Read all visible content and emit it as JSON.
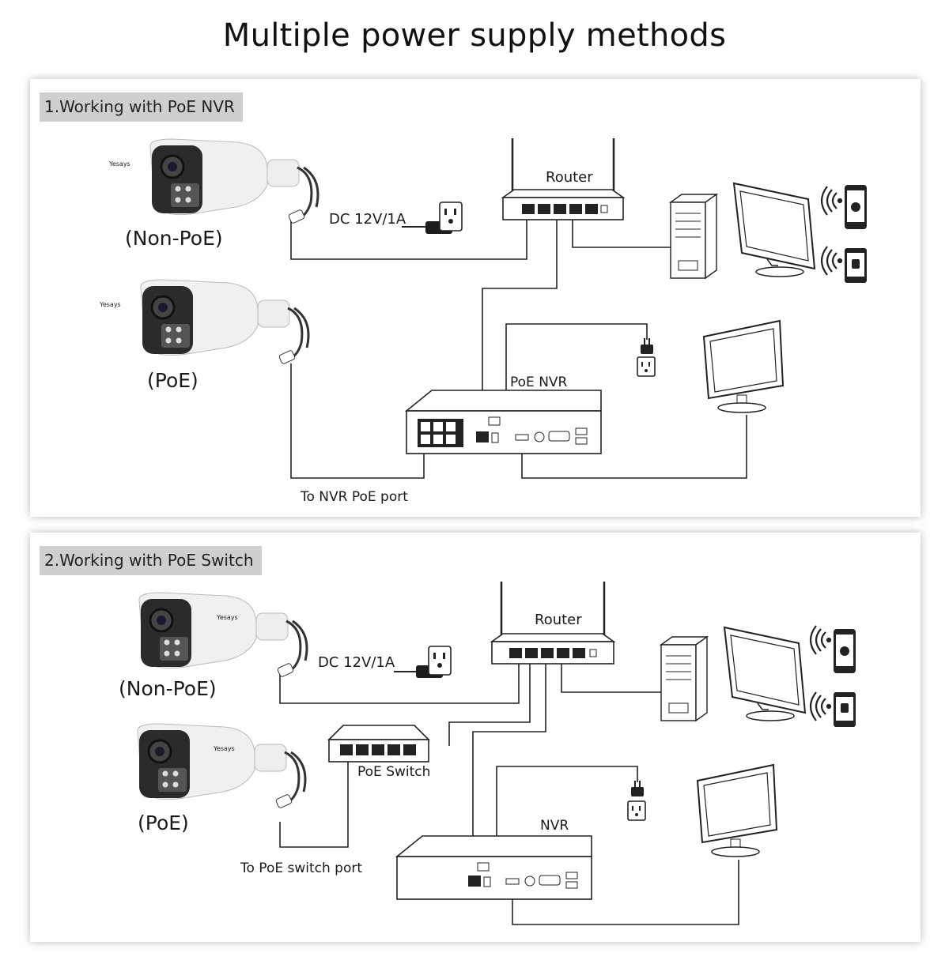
{
  "title": "Multiple power supply methods",
  "section1": {
    "label": "1.Working with PoE NVR",
    "camera_non_poe": "(Non-PoE)",
    "camera_poe": "(PoE)",
    "brand": "Yesays",
    "dc_label": "DC 12V/1A",
    "router_label": "Router",
    "nvr_label": "PoE NVR",
    "port_note": "To NVR PoE port"
  },
  "section2": {
    "label": "2.Working with PoE Switch",
    "camera_non_poe": "(Non-PoE)",
    "camera_poe": "(PoE)",
    "brand": "Yesays",
    "dc_label": "DC 12V/1A",
    "router_label": "Router",
    "switch_label": "PoE Switch",
    "nvr_label": "NVR",
    "port_note": "To PoE switch port"
  },
  "icons": [
    "bullet-camera-icon",
    "wall-outlet-icon",
    "power-plug-icon",
    "router-icon",
    "pc-tower-icon",
    "monitor-icon",
    "iphone-icon",
    "android-phone-icon",
    "wifi-signal-icon"
  ],
  "colors": {
    "line": "#222222",
    "panel_label_bg": "#cfcfcf",
    "camera_lens": "#2a2a2a",
    "camera_body": "#f2f2f2"
  }
}
